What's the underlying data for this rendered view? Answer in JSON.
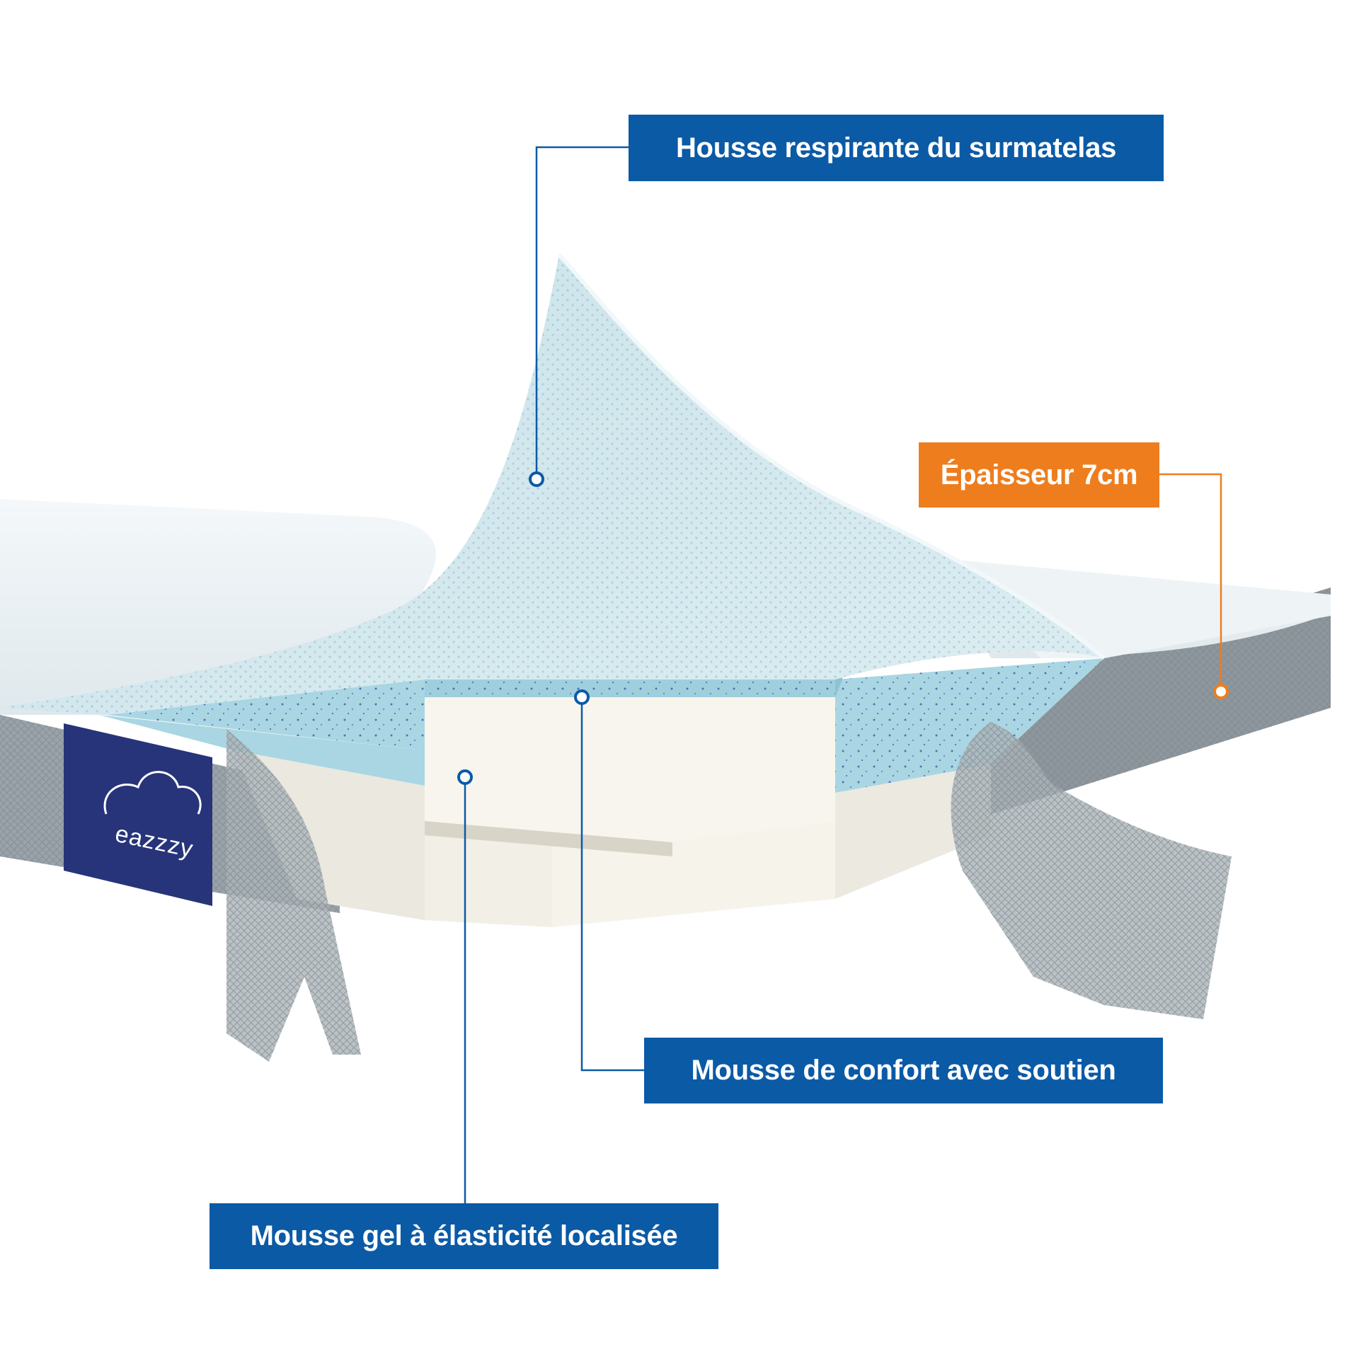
{
  "brand": {
    "name": "eazzzy"
  },
  "callouts": [
    {
      "id": "cover",
      "text": "Housse respirante du surmatelas",
      "color": "#0b5aa6"
    },
    {
      "id": "thickness",
      "text": "Épaisseur 7cm",
      "color": "#ee7d1e"
    },
    {
      "id": "comfort",
      "text": "Mousse de confort avec soutien",
      "color": "#0b5aa6"
    },
    {
      "id": "gel",
      "text": "Mousse gel à élasticité localisée",
      "color": "#0b5aa6"
    }
  ],
  "colors": {
    "callout_blue": "#0b5aa6",
    "callout_orange": "#ee7d1e",
    "brand_tag": "#27347a",
    "gel_foam": "#a9d6e2",
    "comfort_foam": "#f2efe6",
    "side_fabric": "#8e989f"
  }
}
